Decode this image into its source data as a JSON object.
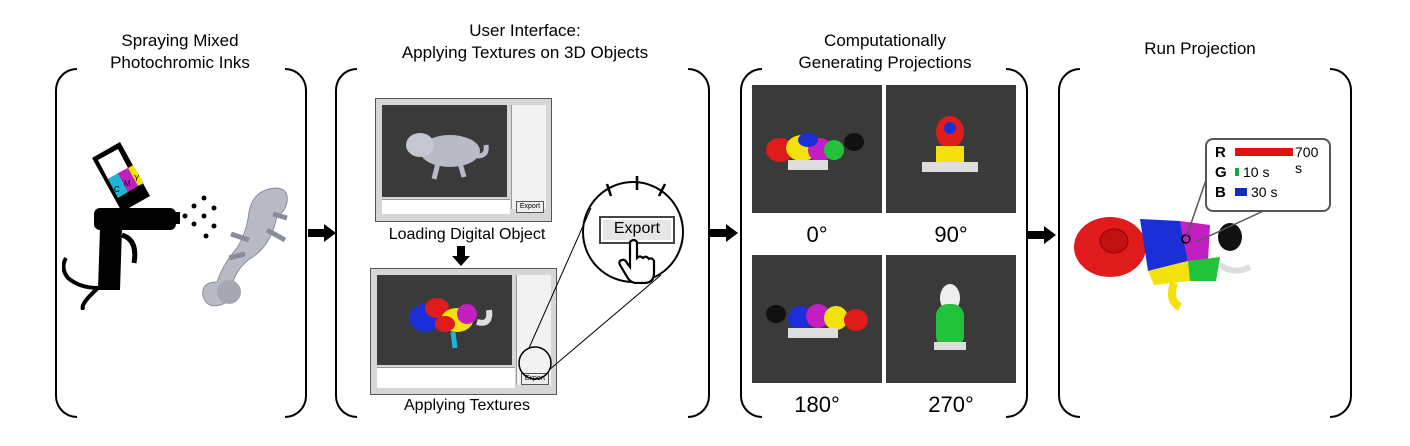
{
  "titles": {
    "spray": [
      "Spraying Mixed",
      "Photochromic Inks"
    ],
    "ui": [
      "User Interface:",
      "Applying Textures on 3D Objects"
    ],
    "compute": [
      "Computationally",
      "Generating Projections"
    ],
    "run": "Run Projection"
  },
  "ui_panel": {
    "loading_caption": "Loading Digital Object",
    "applying_caption": "Applying Textures",
    "export_label": "Export",
    "mini_export_label": "Export"
  },
  "spray_can_letters": [
    "C",
    "M",
    "Y"
  ],
  "angles": [
    "0°",
    "90°",
    "180°",
    "270°"
  ],
  "legend": {
    "rows": [
      {
        "channel": "R",
        "duration": "700 s",
        "color": "#e01010"
      },
      {
        "channel": "G",
        "duration": "10 s",
        "color": "#1aa34a"
      },
      {
        "channel": "B",
        "duration": "30 s",
        "color": "#1030c0"
      }
    ]
  },
  "colors": {
    "red": "#e01b1b",
    "blue": "#1c2fd6",
    "yellow": "#f2e10a",
    "green": "#22c23a",
    "magenta": "#c21ec2",
    "cyan": "#1fb5d6",
    "dark_tile": "#3a3a3a",
    "grey_model": "#b8bac6"
  }
}
